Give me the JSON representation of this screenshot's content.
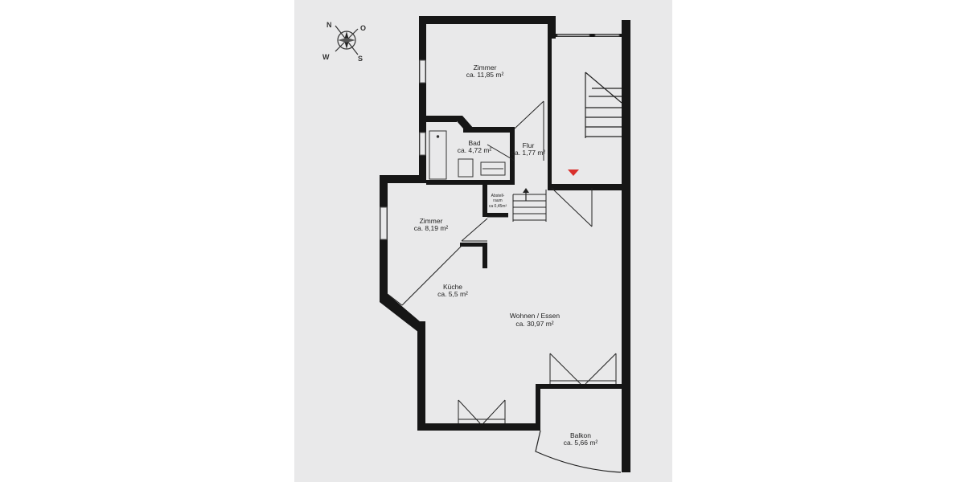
{
  "compass": {
    "north": "N",
    "east": "O",
    "south": "S",
    "west": "W"
  },
  "rooms": {
    "zimmer_large": {
      "name": "Zimmer",
      "area": "ca. 11,85 m²"
    },
    "bad": {
      "name": "Bad",
      "area": "ca. 4,72 m²"
    },
    "flur": {
      "name": "Flur",
      "area": "ca. 1,77 m²"
    },
    "abstellraum": {
      "name_line1": "Abstell-",
      "name_line2": "raum",
      "area": "ca 0,45m²"
    },
    "zimmer_small": {
      "name": "Zimmer",
      "area": "ca. 8,19 m²"
    },
    "kueche": {
      "name": "Küche",
      "area": "ca. 5,5 m²"
    },
    "wohnen": {
      "name": "Wohnen / Essen",
      "area": "ca. 30,97 m²"
    },
    "balkon": {
      "name": "Balkon",
      "area": "ca. 5,66 m²"
    }
  },
  "colors": {
    "paper": "#e9e9ea",
    "wall": "#161616",
    "entrance_marker": "#d9302c"
  }
}
